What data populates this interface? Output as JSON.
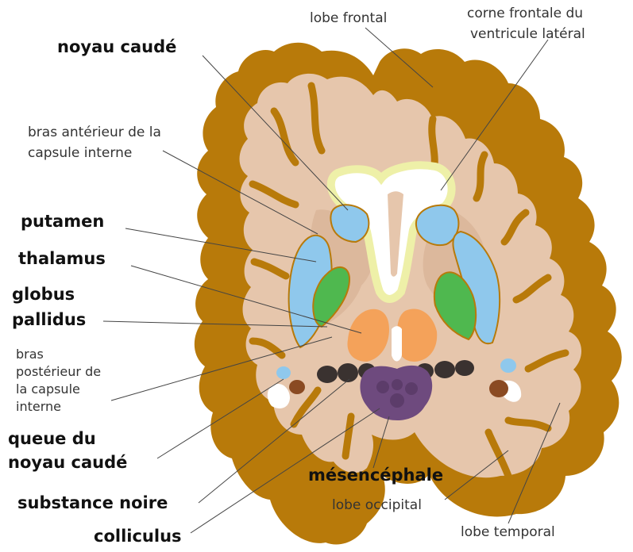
{
  "colors": {
    "gray_matter": "#b87a0a",
    "white_matter": "#e6c6ac",
    "ventricle": "#ffffff",
    "ventricle_outline": "#eef0a8",
    "caudate": "#8fc8ec",
    "putamen": "#8fc8ec",
    "globus_pallidus": "#4fb84f",
    "thalamus": "#f4a25a",
    "substantia_nigra": "#3a3230",
    "midbrain": "#6e4a7e",
    "hippocampus_dark": "#8a4a22"
  },
  "labels": {
    "lobe_frontal": "lobe frontal",
    "corne_line1": "corne frontale du",
    "corne_line2": "ventricule latéral",
    "noyau_caude": "noyau caudé",
    "bras_ant_line1": "bras antérieur de la",
    "bras_ant_line2": "capsule interne",
    "putamen": "putamen",
    "thalamus": "thalamus",
    "globus_line1": "globus",
    "globus_line2": "pallidus",
    "bras_post_line1": "bras",
    "bras_post_line2": "postérieur de",
    "bras_post_line3": "la capsule",
    "bras_post_line4": "interne",
    "queue_line1": "queue du",
    "queue_line2": "noyau caudé",
    "mesencephale": "mésencéphale",
    "substance_noire": "substance noire",
    "lobe_occipital": "lobe occipital",
    "colliculus": "colliculus",
    "lobe_temporal": "lobe temporal"
  }
}
